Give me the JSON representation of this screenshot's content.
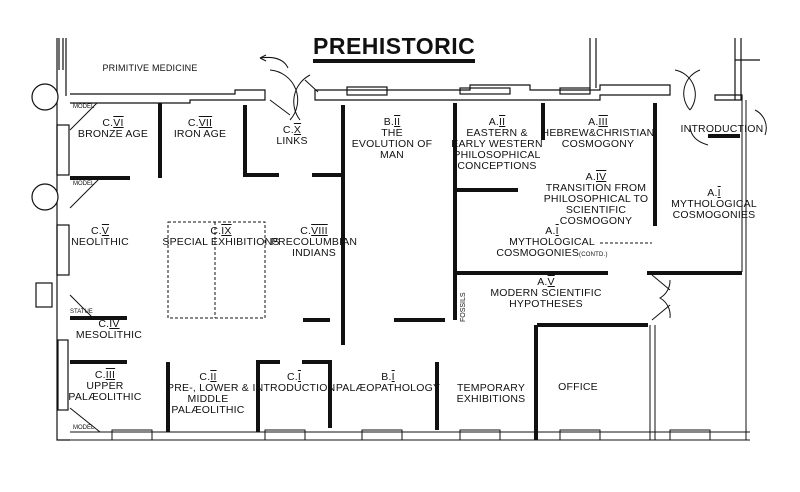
{
  "title": "PREHISTORIC",
  "outside_label": "PRIMITIVE MEDICINE",
  "annotations": {
    "model": "MODEL",
    "statue": "STATUE",
    "fossils": "FOSSILS",
    "contd": "(CONTD.)"
  },
  "rooms": {
    "c6": {
      "prefix": "C.",
      "numeral": "VI",
      "name": [
        "BRONZE AGE"
      ]
    },
    "c7": {
      "prefix": "C.",
      "numeral": "VII",
      "name": [
        "IRON AGE"
      ]
    },
    "c10": {
      "prefix": "C.",
      "numeral": "X",
      "name": [
        "LINKS"
      ]
    },
    "b2": {
      "prefix": "B.",
      "numeral": "II",
      "name": [
        "THE",
        "EVOLUTION OF",
        "MAN"
      ]
    },
    "a2": {
      "prefix": "A.",
      "numeral": "II",
      "name": [
        "EASTERN &",
        "EARLY WESTERN",
        "PHILOSOPHICAL",
        "CONCEPTIONS"
      ]
    },
    "a3": {
      "prefix": "A.",
      "numeral": "III",
      "name": [
        "HEBREW&CHRISTIAN",
        "COSMOGONY"
      ]
    },
    "intro": {
      "name": "INTRODUCTION"
    },
    "a4": {
      "prefix": "A.",
      "numeral": "IV",
      "name": [
        "TRANSITION FROM",
        "PHILOSOPHICAL TO",
        "SCIENTIFIC",
        "COSMOGONY"
      ]
    },
    "a1": {
      "prefix": "A.",
      "numeral": "I",
      "name": [
        "MYTHOLOGICAL",
        "COSMOGONIES"
      ]
    },
    "a1b": {
      "prefix": "A.",
      "numeral": "I",
      "name": [
        "MYTHOLOGICAL",
        "COSMOGONIES"
      ]
    },
    "c5": {
      "prefix": "C.",
      "numeral": "V",
      "name": [
        "NEOLITHIC"
      ]
    },
    "c9": {
      "prefix": "C.",
      "numeral": "IX",
      "name": [
        "SPECIAL EXHIBITIONS"
      ]
    },
    "c8": {
      "prefix": "C.",
      "numeral": "VIII",
      "name": [
        "PRECOLUMBIAN",
        "INDIANS"
      ]
    },
    "a5": {
      "prefix": "A.",
      "numeral": "V",
      "name": [
        "MODERN SCIENTIFIC",
        "HYPOTHESES"
      ]
    },
    "c4": {
      "prefix": "C.",
      "numeral": "IV",
      "name": [
        "MESOLITHIC"
      ]
    },
    "c3": {
      "prefix": "C.",
      "numeral": "III",
      "name": [
        "UPPER",
        "PALÆOLITHIC"
      ]
    },
    "c2": {
      "prefix": "C.",
      "numeral": "II",
      "name": [
        "PRE-, LOWER &",
        "MIDDLE",
        "PALÆOLITHIC"
      ]
    },
    "c1": {
      "prefix": "C.",
      "numeral": "I",
      "name": [
        "INTRODUCTION"
      ]
    },
    "b1": {
      "prefix": "B.",
      "numeral": "I",
      "name": [
        "PALÆOPATHOLOGY"
      ]
    },
    "temp": {
      "name": [
        "TEMPORARY",
        "EXHIBITIONS"
      ]
    },
    "office": {
      "name": "OFFICE"
    }
  }
}
